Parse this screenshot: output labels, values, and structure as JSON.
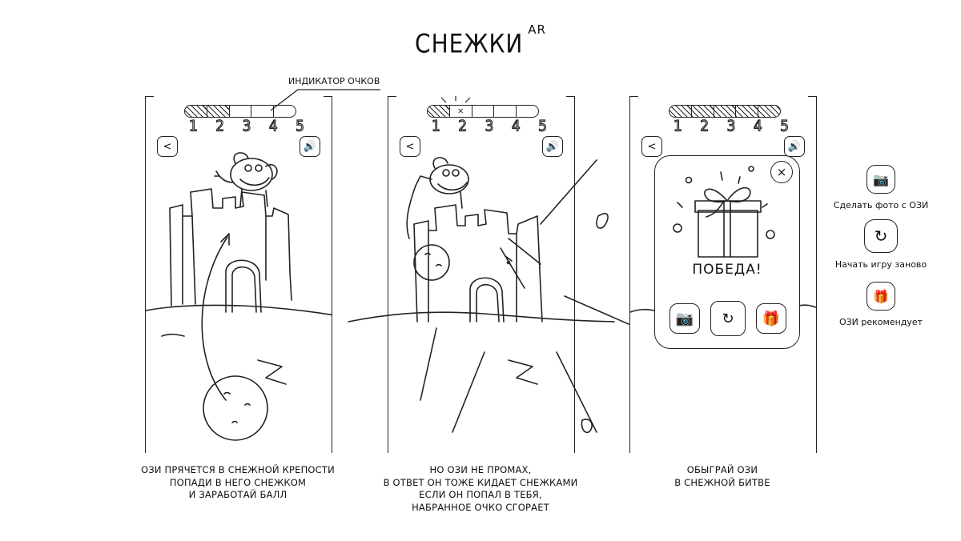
{
  "title": {
    "main": "СНЕЖКИ",
    "sup": "AR"
  },
  "callout": {
    "label": "ИНДИКАТОР ОЧКОВ"
  },
  "score_numbers": [
    "1",
    "2",
    "3",
    "4",
    "5"
  ],
  "panels": [
    {
      "score_level": 0.4,
      "marked_cell": null
    },
    {
      "score_level": 0.2,
      "marked_cell": 2,
      "mark": "×"
    },
    {
      "score_level": 1.0,
      "marked_cell": null
    }
  ],
  "captions": [
    {
      "lines": [
        "ОЗИ ПРЯЧЕТСЯ В СНЕЖНОЙ КРЕПОСТИ",
        "ПОПАДИ В НЕГО СНЕЖКОМ",
        "И ЗАРАБОТАЙ БАЛЛ"
      ]
    },
    {
      "lines": [
        "НО ОЗИ НЕ ПРОМАХ,",
        "В ОТВЕТ ОН ТОЖЕ КИДАЕТ СНЕЖКАМИ",
        "ЕСЛИ ОН ПОПАЛ В ТЕБЯ,",
        "НАБРАННОЕ ОЧКО СГОРАЕТ"
      ]
    },
    {
      "lines": [
        "ОБЫГРАЙ ОЗИ",
        "В СНЕЖНОЙ БИТВЕ"
      ]
    }
  ],
  "popup": {
    "victory_text": "ПОБЕДА!",
    "close_glyph": "×"
  },
  "icons": {
    "back": "<",
    "sound": "🔊",
    "camera": "📷",
    "restart": "↻",
    "gift": "🎁"
  },
  "side_actions": [
    {
      "label": "Сделать фото с ОЗИ",
      "icon": "camera-icon"
    },
    {
      "label": "Начать игру заново",
      "icon": "restart-icon"
    },
    {
      "label": "ОЗИ рекомендует",
      "icon": "gift-icon"
    }
  ]
}
